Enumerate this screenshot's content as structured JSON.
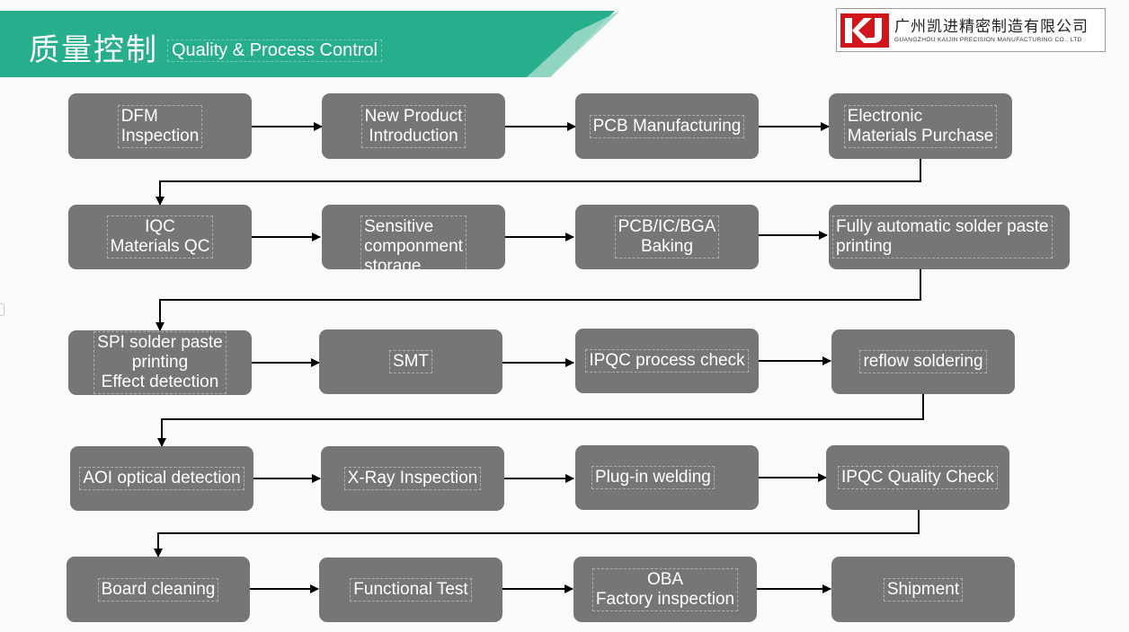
{
  "header": {
    "title_zh": "质量控制",
    "title_en": "Quality & Process Control",
    "band_color": "#27ae8c"
  },
  "company": {
    "logo_letters": "KJ",
    "name_zh": "广州凯进精密制造有限公司",
    "name_en": "GUANGZHOU KAIJIN PRECISION MANUFACTURING CO., LTD",
    "logo_color": "#d0161b"
  },
  "colors": {
    "box_fill": "#767676",
    "box_text": "#ffffff",
    "arrow": "#000000"
  },
  "steps": [
    {
      "id": "dfm",
      "label": "DFM\nInspection"
    },
    {
      "id": "npi",
      "label": "New Product\nIntroduction"
    },
    {
      "id": "pcb",
      "label": "PCB Manufacturing"
    },
    {
      "id": "emp",
      "label": "Electronic\nMaterials Purchase"
    },
    {
      "id": "iqc",
      "label": "IQC\nMaterials QC"
    },
    {
      "id": "scs",
      "label": "Sensitive\ncomponment\nstorage"
    },
    {
      "id": "bake",
      "label": "PCB/IC/BGA\nBaking"
    },
    {
      "id": "paste",
      "label": "Fully automatic solder paste\nprinting"
    },
    {
      "id": "spi",
      "label": "SPI solder paste\nprinting\nEffect detection"
    },
    {
      "id": "smt",
      "label": "SMT"
    },
    {
      "id": "ipqc1",
      "label": "IPQC process check"
    },
    {
      "id": "reflow",
      "label": "reflow soldering"
    },
    {
      "id": "aoi",
      "label": "AOI optical detection"
    },
    {
      "id": "xray",
      "label": "X-Ray Inspection"
    },
    {
      "id": "plugin",
      "label": "Plug-in welding"
    },
    {
      "id": "ipqc2",
      "label": "IPQC Quality Check"
    },
    {
      "id": "clean",
      "label": "Board cleaning"
    },
    {
      "id": "ft",
      "label": "Functional Test"
    },
    {
      "id": "oba",
      "label": "OBA\nFactory inspection"
    },
    {
      "id": "ship",
      "label": "Shipment"
    }
  ]
}
